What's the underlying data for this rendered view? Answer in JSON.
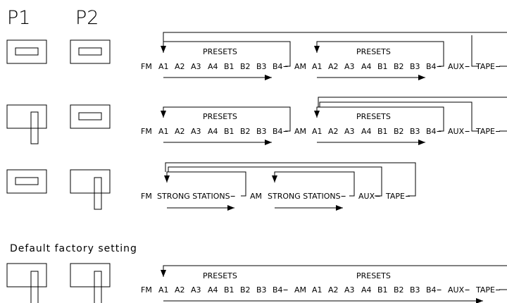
{
  "headers": {
    "p1": "P1",
    "p2": "P2"
  },
  "note": "Default factory setting",
  "rows": [
    {
      "id": "row-1",
      "p1": "horizontal",
      "p2": "horizontal",
      "presets": [
        "PRESETS",
        "PRESETS"
      ],
      "tokens": [
        "FM",
        "A1",
        "A2",
        "A3",
        "A4",
        "B1",
        "B2",
        "B3",
        "B4",
        "AM",
        "A1",
        "A2",
        "A3",
        "A4",
        "B1",
        "B2",
        "B3",
        "B4",
        "AUX",
        "TAPE"
      ]
    },
    {
      "id": "row-2",
      "p1": "vertical",
      "p2": "horizontal",
      "presets": [
        "PRESETS",
        "PRESETS"
      ],
      "tokens": [
        "FM",
        "A1",
        "A2",
        "A3",
        "A4",
        "B1",
        "B2",
        "B3",
        "B4",
        "AM",
        "A1",
        "A2",
        "A3",
        "A4",
        "B1",
        "B2",
        "B3",
        "B4",
        "AUX",
        "TAPE"
      ]
    },
    {
      "id": "row-3",
      "p1": "horizontal",
      "p2": "vertical",
      "presets": [],
      "tokens": [
        "FM",
        "STRONG STATIONS",
        "AM",
        "STRONG STATIONS",
        "AUX",
        "TAPE"
      ]
    },
    {
      "id": "row-4",
      "p1": "vertical",
      "p2": "vertical",
      "presets": [
        "PRESETS",
        "PRESETS"
      ],
      "tokens": [
        "FM",
        "A1",
        "A2",
        "A3",
        "A4",
        "B1",
        "B2",
        "B3",
        "B4",
        "AM",
        "A1",
        "A2",
        "A3",
        "A4",
        "B1",
        "B2",
        "B3",
        "B4",
        "AUX",
        "TAPE"
      ]
    }
  ]
}
